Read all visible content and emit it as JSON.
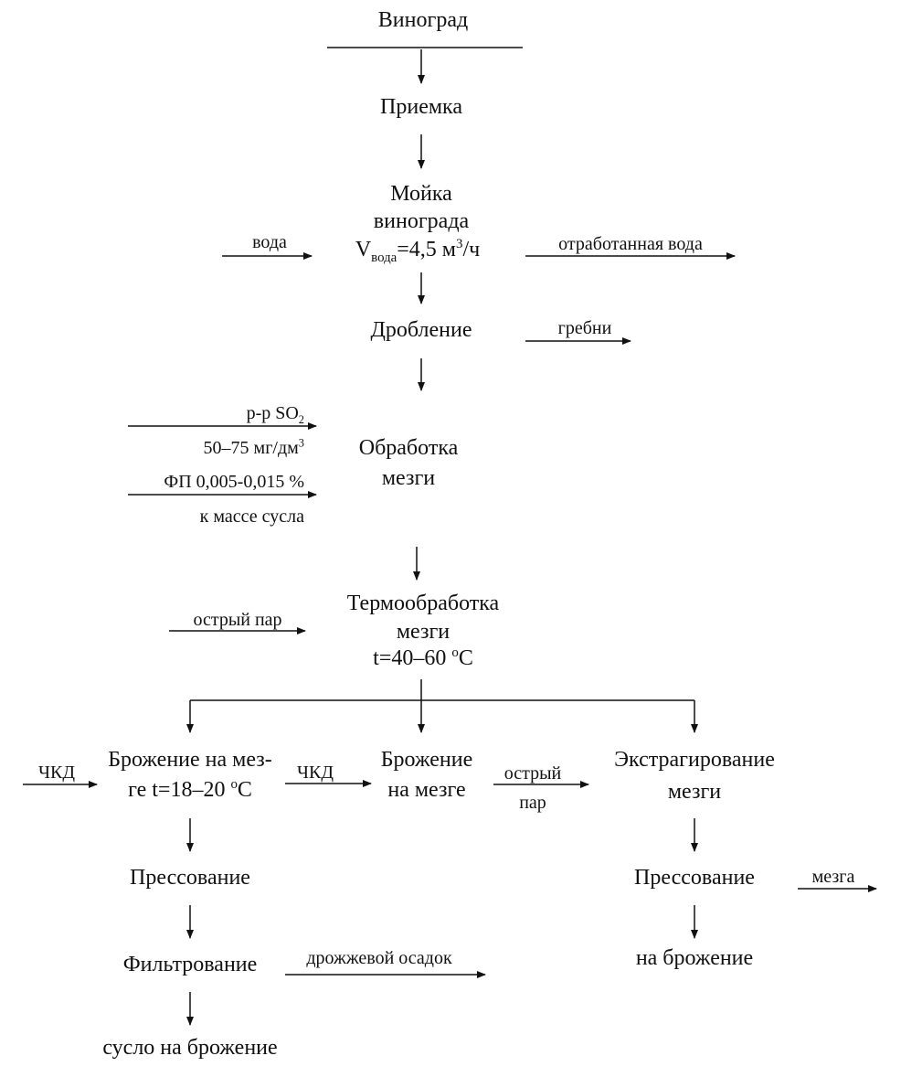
{
  "nodes": {
    "grapes": "Виноград",
    "reception": "Приемка",
    "washing_1": "Мойка",
    "washing_2": "винограда",
    "washing_3_pre": "V",
    "washing_3_sub": "вода",
    "washing_3_mid": "=4,5 м",
    "washing_3_sup": "3",
    "washing_3_post": "/ч",
    "crushing": "Дробление",
    "pulp_treatment_1": "Обработка",
    "pulp_treatment_2": "мезги",
    "thermo_1": "Термообработка",
    "thermo_2": "мезги",
    "thermo_3_pre": "t=40–60 ",
    "thermo_3_sup": "o",
    "thermo_3_post": "C",
    "ferment_pulp_a_1": "Брожение на мез-",
    "ferment_pulp_a_2_pre": "ге t=18–20 ",
    "ferment_pulp_a_2_sup": "o",
    "ferment_pulp_a_2_post": "C",
    "ferment_pulp_b_1": "Брожение",
    "ferment_pulp_b_2": "на мезге",
    "extraction_1": "Экстрагирование",
    "extraction_2": "мезги",
    "pressing_left": "Прессование",
    "pressing_right": "Прессование",
    "filtration": "Фильтрование",
    "to_fermentation_right": "на брожение",
    "must_to_fermentation": "сусло на брожение"
  },
  "flows": {
    "water": "вода",
    "spent_water": "отработанная вода",
    "stems": "гребни",
    "so2_pre": "р-р SO",
    "so2_sub": "2",
    "so2_dose_pre": "50–75 мг/дм",
    "so2_dose_sup": "3",
    "fp_dose": "ФП 0,005-0,015 %",
    "fp_basis": "к массе сусла",
    "live_steam": "острый пар",
    "pure_culture_yeast_1": "ЧКД",
    "pure_culture_yeast_2": "ЧКД",
    "live_steam_2_a": "острый",
    "live_steam_2_b": "пар",
    "pomace": "мезга",
    "yeast_sediment": "дрожжевой осадок"
  }
}
